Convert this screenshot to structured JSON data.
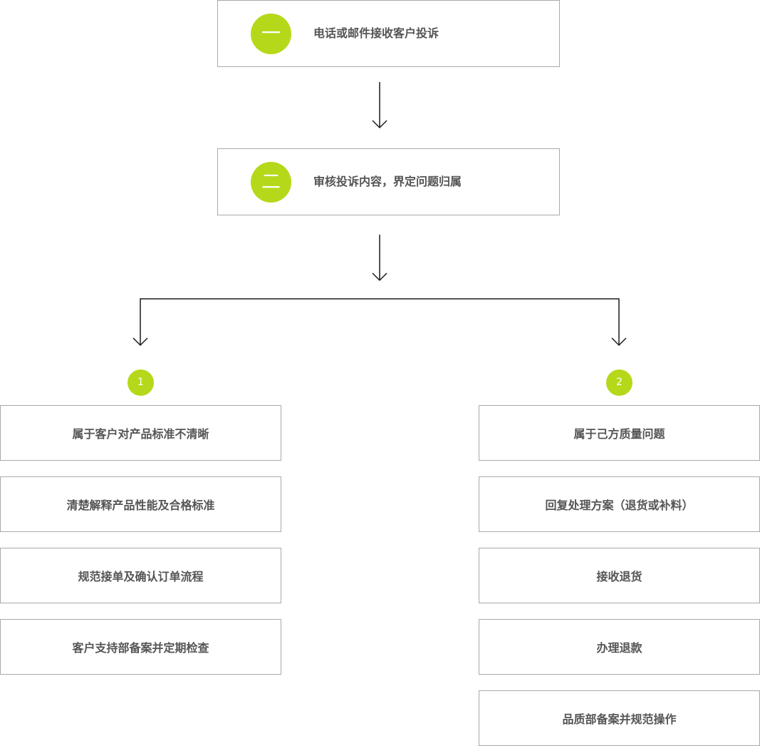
{
  "steps": [
    {
      "number": "一",
      "text": "电话或邮件接收客户投诉"
    },
    {
      "number": "二",
      "text": "审核投诉内容，界定问题归属"
    }
  ],
  "branches": [
    {
      "number": "1",
      "items": [
        "属于客户对产品标准不清晰",
        "清楚解释产品性能及合格标准",
        "规范接单及确认订单流程",
        "客户支持部备案并定期检查"
      ]
    },
    {
      "number": "2",
      "items": [
        "属于己方质量问题",
        "回复处理方案（退货或补料）",
        "接收退货",
        "办理退款",
        "品质部备案并规范操作"
      ]
    }
  ],
  "colors": {
    "accent": "#b5d91a",
    "border": "#a9a9a9",
    "text": "#555555"
  }
}
